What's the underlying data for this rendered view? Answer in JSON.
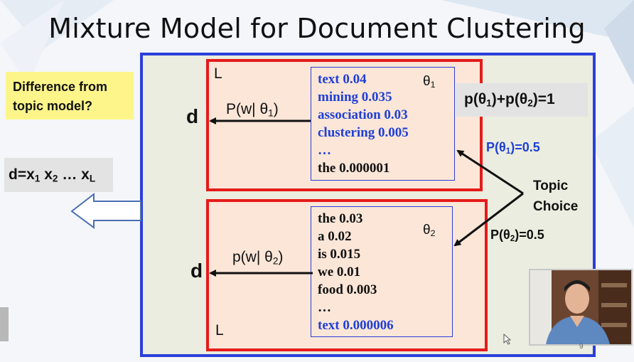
{
  "title": "Mixture Model for Document Clustering",
  "note": {
    "line1": "Difference from",
    "line2": "topic model?"
  },
  "doc_sequence": {
    "base": "d=x",
    "s1": "1",
    "x2": " x",
    "s2": "2",
    "dots": " … x",
    "sL": "L"
  },
  "sum_constraint": {
    "p1": "p(θ",
    "s1": "1",
    "mid": ")+p(θ",
    "s2": "2",
    "end": ")=1"
  },
  "topic1": {
    "corner_label": "L",
    "theta": "θ",
    "theta_sub": "1",
    "doc_label": "d",
    "dist_label": {
      "pre": "P(w| θ",
      "sub": "1",
      "post": ")"
    },
    "words": [
      "text  0.04",
      "mining 0.035",
      "association 0.03",
      "clustering 0.005",
      "…",
      "the 0.000001"
    ],
    "word_colors": [
      "#1f3fd6",
      "#1f3fd6",
      "#1f3fd6",
      "#1f3fd6",
      "#1f3fd6",
      "#111111"
    ],
    "prior": {
      "pre": "P(θ",
      "sub": "1",
      "post": ")=0.5"
    }
  },
  "topic2": {
    "corner_label": "L",
    "theta": "θ",
    "theta_sub": "2",
    "doc_label": "d",
    "dist_label": {
      "pre": "p(w| θ",
      "sub": "2",
      "post": ")"
    },
    "words": [
      "the 0.03",
      "a 0.02",
      "is 0.015",
      "we 0.01",
      "food 0.003",
      "…",
      "text  0.000006"
    ],
    "word_colors": [
      "#111111",
      "#111111",
      "#111111",
      "#111111",
      "#111111",
      "#111111",
      "#1f3fd6"
    ],
    "prior": {
      "pre": "P(θ",
      "sub": "2",
      "post": ")=0.5"
    }
  },
  "topic_choice": {
    "line1": "Topic",
    "line2": "Choice"
  },
  "page_number": "9",
  "colors": {
    "panel_border": "#2b3fd9",
    "topic_border": "#e51b1b",
    "blue_text": "#1f3fd6",
    "note_bg": "#fdf58a"
  }
}
